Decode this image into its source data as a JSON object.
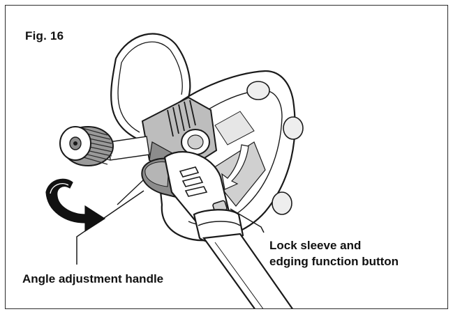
{
  "figure": {
    "label": "Fig. 16"
  },
  "callouts": {
    "angle_handle": "Angle adjustment handle",
    "lock_sleeve_line1": "Lock sleeve and",
    "lock_sleeve_line2": "edging function button"
  },
  "colors": {
    "stroke": "#1a1a1a",
    "light_fill": "#ffffff",
    "mid_fill": "#d0d0d0",
    "dark_fill": "#8c8c8c",
    "arrow_fill": "#111111"
  }
}
